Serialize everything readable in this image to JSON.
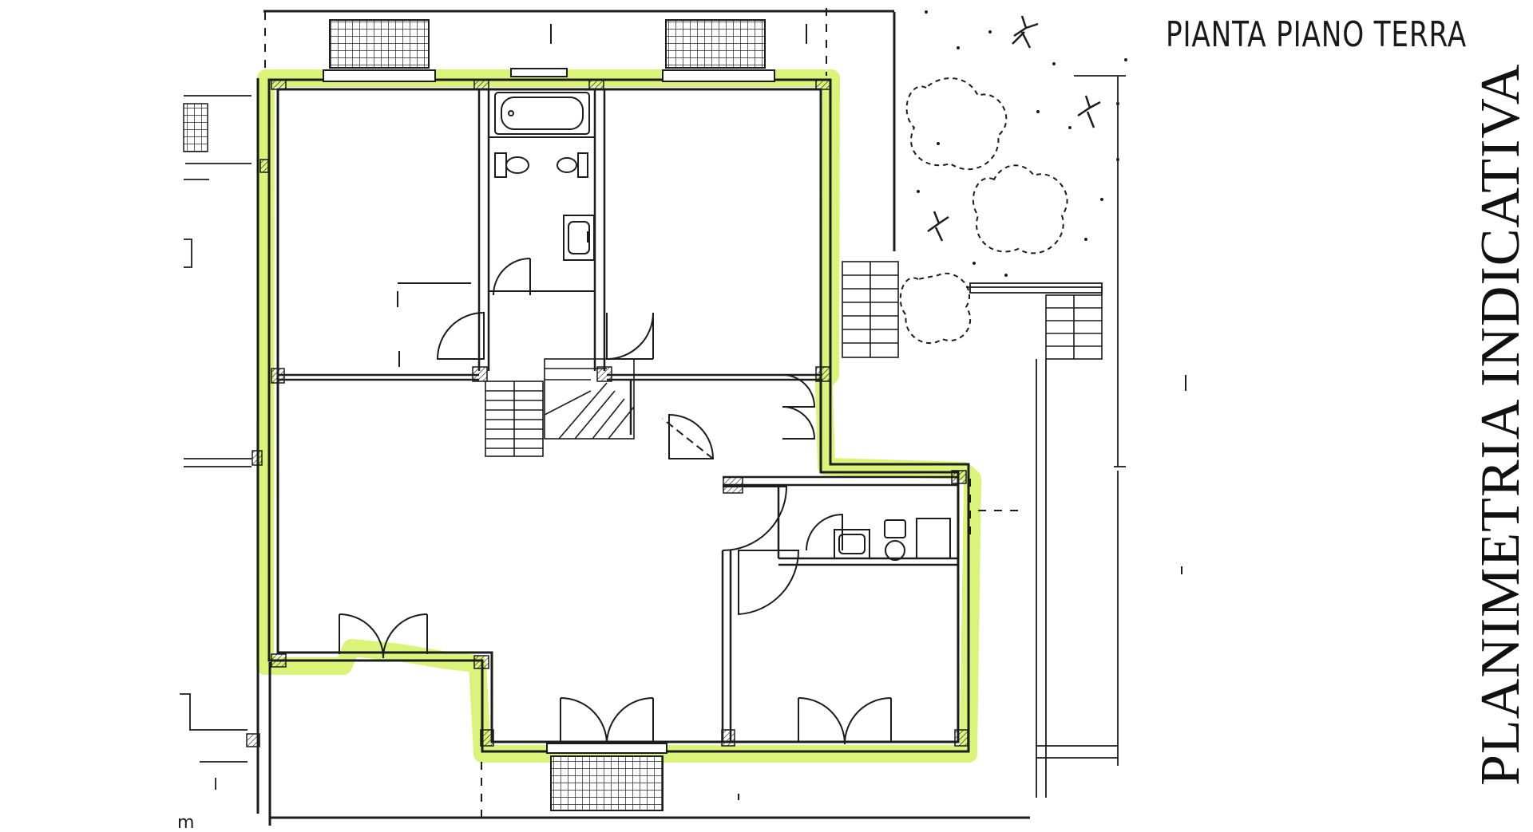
{
  "title": "PIANTA PIANO TERRA",
  "side_label": "PLANIMETRIA INDICATIVA",
  "corner_mark": "m",
  "colors": {
    "highlight": "#d6f26a",
    "ink": "#1c1c1c",
    "background": "#ffffff"
  },
  "icons": [
    "bathtub-icon",
    "toilet-icon",
    "bidet-icon",
    "sink-icon",
    "staircase-icon",
    "tree-icon",
    "door-swing-icon"
  ]
}
